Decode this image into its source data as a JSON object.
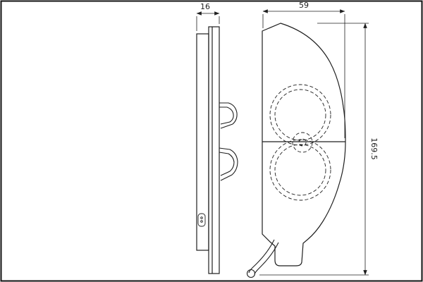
{
  "sheet": {
    "type": "technical-drawing",
    "subject": "disc-brake-pad-two-views",
    "background_color": "#ffffff",
    "line_color": "#1f1f1f",
    "border_color": "#111111"
  },
  "dimensions": {
    "side_view_thickness": "16",
    "front_view_width": "59",
    "front_view_height": "169.5"
  }
}
